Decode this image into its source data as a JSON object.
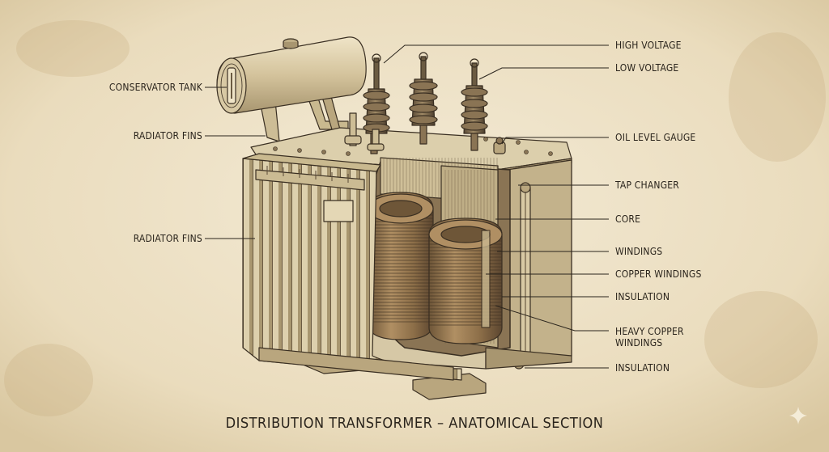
{
  "labels": {
    "conservator_tank": "CONSERVATOR TANK",
    "radiator_fins_top": "RADIATOR FINS",
    "radiator_fins_side": "RADIATOR FINS",
    "high_voltage": "HIGH VOLTAGE",
    "low_voltage": "LOW VOLTAGE",
    "oil_level_gauge": "OIL LEVEL GAUGE",
    "tap_changer": "TAP CHANGER",
    "core": "CORE",
    "windings": "WINDINGS",
    "copper_windings": "COPPER WINDINGS",
    "insulation_mid": "INSULATION",
    "heavy_copper_windings_1": "HEAVY COPPER",
    "heavy_copper_windings_2": "WINDINGS",
    "insulation_bottom": "INSULATION"
  },
  "caption": "DISTRIBUTION TRANSFORMER – ANATOMICAL SECTION",
  "colors": {
    "paper": "#ece1c8",
    "ink": "#2a241c",
    "metal": "#d6c8a6",
    "copper": "#a07e55"
  },
  "icons": [
    "sparkle-icon"
  ]
}
